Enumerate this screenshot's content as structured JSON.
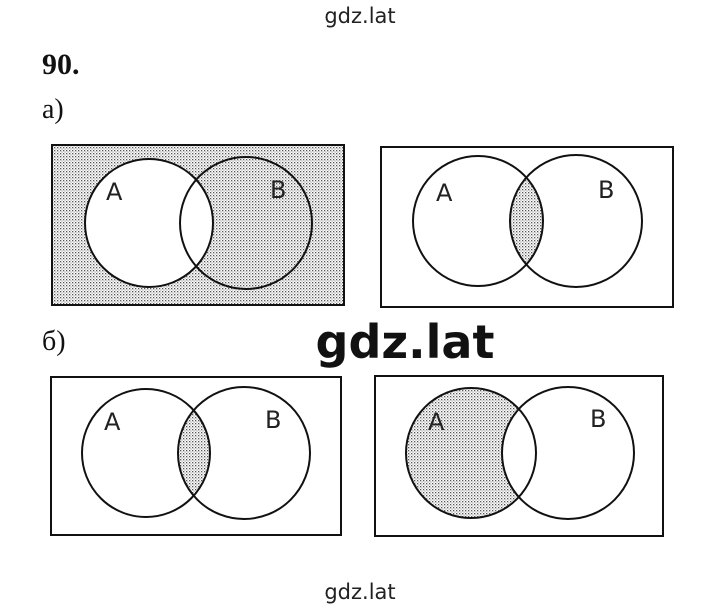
{
  "watermarks": {
    "top": "gdz.lat",
    "center": "gdz.lat",
    "bottom": "gdz.lat"
  },
  "problem": {
    "number": "90.",
    "parts": [
      {
        "label": "а)",
        "diagrams": [
          {
            "set_a": "A",
            "set_b": "B",
            "shaded_region": "complement of A"
          },
          {
            "set_a": "A",
            "set_b": "B",
            "shaded_region": "A ∩ B"
          }
        ]
      },
      {
        "label": "б)",
        "diagrams": [
          {
            "set_a": "A",
            "set_b": "B",
            "shaded_region": "A ∩ B"
          },
          {
            "set_a": "A",
            "set_b": "B",
            "shaded_region": "A \\ B"
          }
        ]
      }
    ]
  },
  "colors": {
    "shade_dot": "#555555",
    "stroke": "#111111"
  }
}
